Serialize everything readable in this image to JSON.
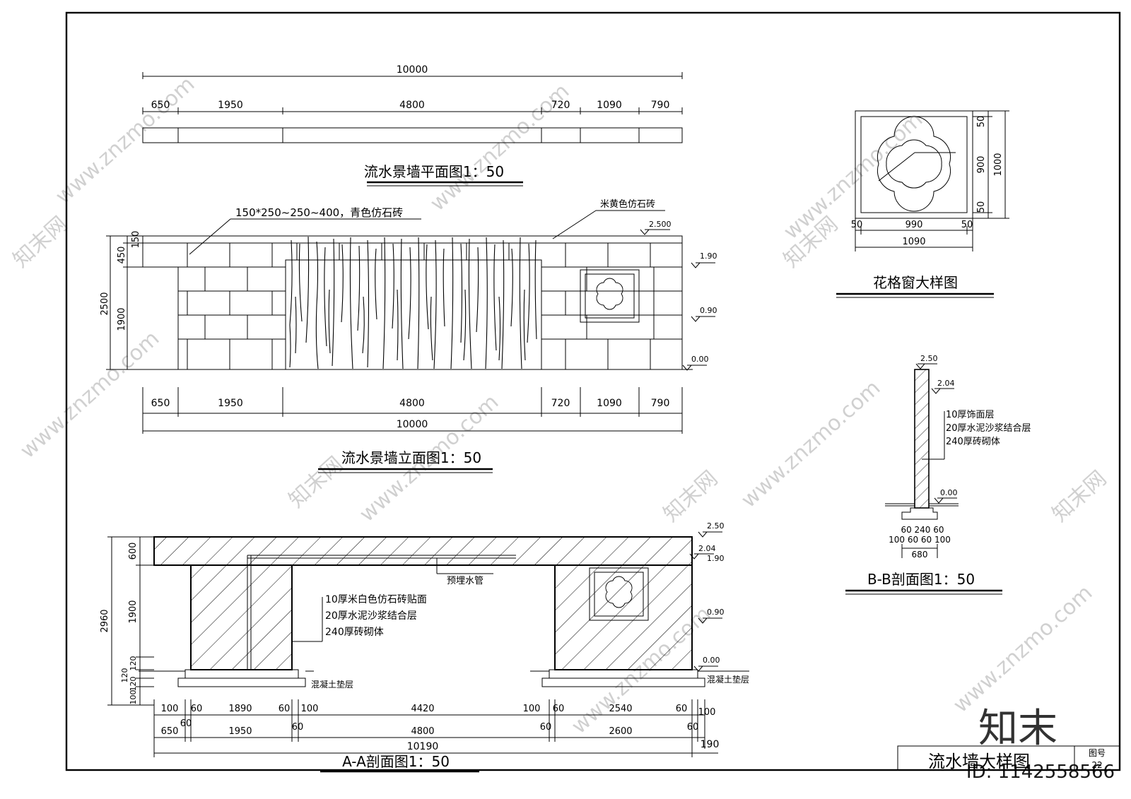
{
  "plan": {
    "total": "10000",
    "segments": [
      "650",
      "1950",
      "4800",
      "720",
      "1090",
      "790"
    ],
    "title": "流水景墙平面图1：50"
  },
  "elevation": {
    "title": "流水景墙立面图1：50",
    "total": "10000",
    "segments": [
      "650",
      "1950",
      "4800",
      "720",
      "1090",
      "790"
    ],
    "note_left": "150*250~250~400，青色仿石砖",
    "note_right": "米黄色仿石砖",
    "left_dims": [
      "150",
      "450",
      "1900",
      "2500"
    ],
    "levels": [
      "2.500",
      "1.90",
      "0.90",
      "0.00"
    ]
  },
  "window_detail": {
    "title": "花格窗大样图",
    "right_dims": [
      "50",
      "900",
      "50",
      "1000"
    ],
    "bottom_dims": [
      "50",
      "990",
      "50"
    ],
    "total": "1090"
  },
  "section_bb": {
    "title": "B-B剖面图1：50",
    "levels": [
      "2.50",
      "2.04",
      "0.00"
    ],
    "notes": [
      "10厚饰面层",
      "20厚水泥沙浆结合层",
      "240厚砖砌体"
    ],
    "footing_dims_1": "60 240 60",
    "footing_dims_2": "100 60 60  100",
    "total": "680"
  },
  "section_aa": {
    "title": "A-A剖面图1：50",
    "pipe_note": "预埋水管",
    "notes": [
      "10厚米白色仿石砖贴面",
      "20厚水泥沙浆结合层",
      "240厚砖砌体"
    ],
    "base_note_1": "混凝土垫层",
    "base_note_2": "混凝土垫层",
    "levels": [
      "2.50",
      "2.04",
      "1.90",
      "0.90",
      "0.00"
    ],
    "left_dims": [
      "600",
      "1900",
      "120",
      "120",
      "120",
      "100",
      "2960"
    ],
    "row1": [
      "100",
      "60",
      "1890",
      "60",
      "100",
      "4420",
      "100",
      "60",
      "2540",
      "60",
      "100"
    ],
    "row2": [
      "650",
      "60",
      "1950",
      "60",
      "4800",
      "60",
      "2600",
      "60"
    ],
    "total": "10190",
    "tail": "190"
  },
  "title_block": {
    "name": "流水墙大样图",
    "sheet_label": "图号",
    "sheet_no": "22"
  },
  "watermark": {
    "url": "www.znzmo.com",
    "brand": "知末网",
    "logo": "知末",
    "id": "ID: 1142558566"
  }
}
